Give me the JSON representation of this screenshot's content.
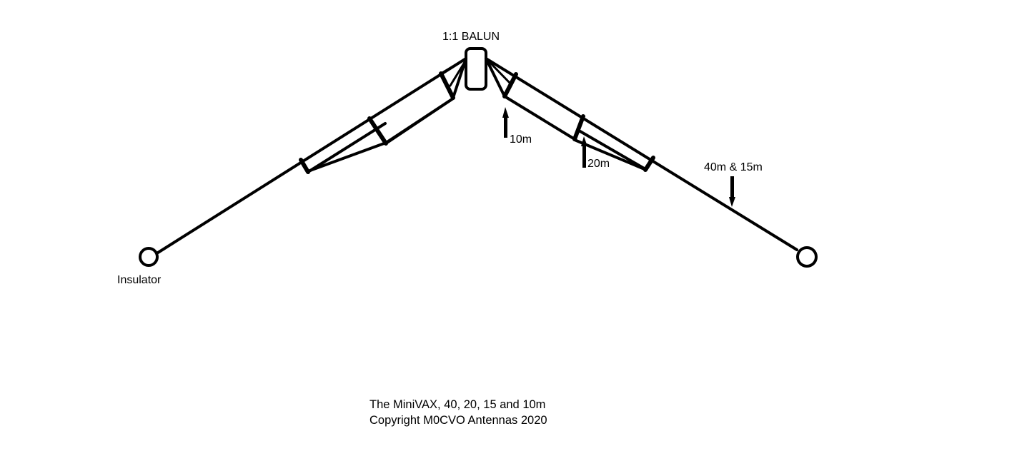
{
  "diagram": {
    "title": "The MiniVAX, 40, 20, 15 and 10m",
    "copyright": "Copyright M0CVO Antennas 2020",
    "labels": {
      "balun": "1:1 BALUN",
      "insulator": "Insulator",
      "band_10m": "10m",
      "band_20m": "20m",
      "band_40m_15m": "40m & 15m"
    },
    "colors": {
      "line": "#000000",
      "background": "#ffffff"
    }
  }
}
